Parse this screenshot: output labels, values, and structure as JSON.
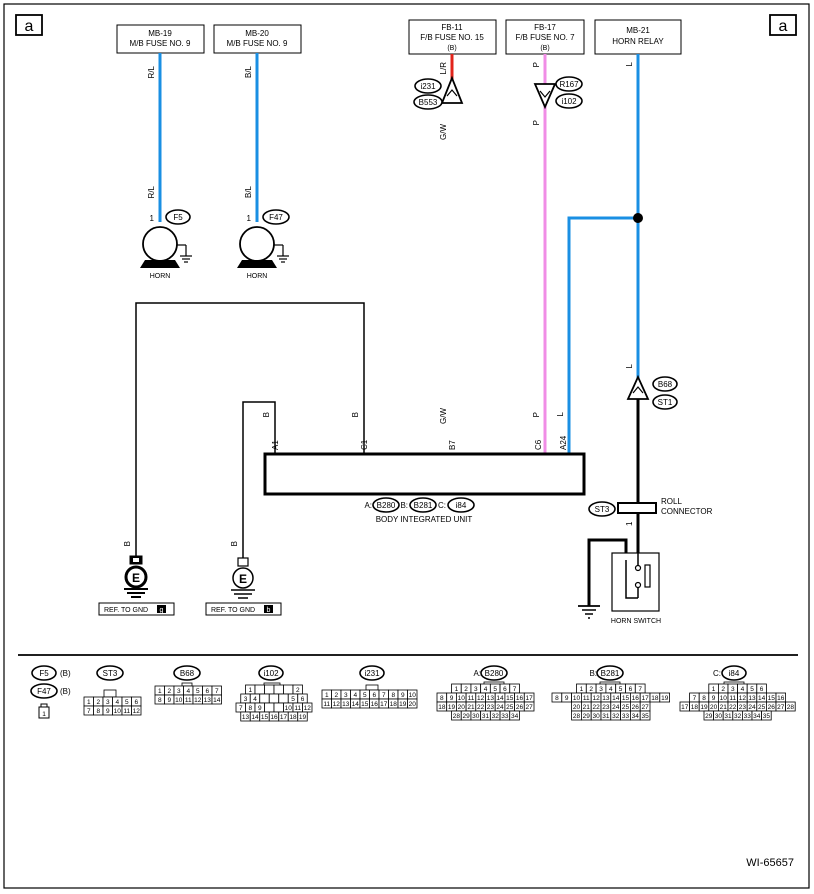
{
  "corner_labels": {
    "left": "a",
    "right": "a"
  },
  "fuses": [
    {
      "id": "mb19",
      "line1": "MB-19",
      "line2": "M/B FUSE NO. 9",
      "line3": ""
    },
    {
      "id": "mb20",
      "line1": "MB-20",
      "line2": "M/B FUSE NO. 9",
      "line3": ""
    },
    {
      "id": "fb11",
      "line1": "FB-11",
      "line2": "F/B FUSE NO. 15",
      "line3": "(B)"
    },
    {
      "id": "fb17",
      "line1": "FB-17",
      "line2": "F/B FUSE NO. 7",
      "line3": "(B)"
    },
    {
      "id": "mb21",
      "line1": "MB-21",
      "line2": "HORN RELAY",
      "line3": ""
    }
  ],
  "wire_colors": {
    "blue": "#1a8fe3",
    "pink": "#f08de6",
    "red": "#e2241b",
    "black": "#000000"
  },
  "wire_labels": {
    "mb19_top": "R/L",
    "mb19_bot": "R/L",
    "mb20_top": "B/L",
    "mb20_bot": "B/L",
    "fb11_top": "L/R",
    "fb11_bot": "G/W",
    "fb17_top": "P",
    "fb17_bot": "P",
    "mb21_top": "L",
    "mb21_mid": "L",
    "a1": "B",
    "c1": "B",
    "b7": "G/W",
    "c6": "P",
    "a24": "L",
    "gnd1": "B",
    "gnd2": "B"
  },
  "connector_ovals": {
    "i231": "i231",
    "b553": "B553",
    "r167": "R167",
    "i102": "i102",
    "b68": "B68",
    "st1": "ST1",
    "st3": "ST3",
    "f5": "F5",
    "f47": "F47",
    "b280": "B280",
    "b281": "B281",
    "i84": "i84"
  },
  "horns": [
    {
      "id": "horn1",
      "pin": "1",
      "connector": "F5",
      "label": "HORN"
    },
    {
      "id": "horn2",
      "pin": "1",
      "connector": "F47",
      "label": "HORN"
    }
  ],
  "body_unit": {
    "pins": {
      "a1": "A1",
      "c1": "C1",
      "b7": "B7",
      "c6": "C6",
      "a24": "A24"
    },
    "connector_prefix_a": "A:",
    "connector_prefix_b": "B:",
    "connector_prefix_c": "C:",
    "label": "BODY INTEGRATED UNIT"
  },
  "roll_connector": {
    "line1": "ROLL",
    "line2": "CONNECTOR",
    "pin": "1"
  },
  "horn_switch": {
    "label": "HORN SWITCH"
  },
  "grounds": [
    {
      "id": "gnd_g",
      "text": "REF. TO GND",
      "badge": "g"
    },
    {
      "id": "gnd_b",
      "text": "REF. TO GND",
      "badge": "b"
    }
  ],
  "legend": {
    "f5": {
      "name": "F5",
      "suffix": "(B)"
    },
    "f47": {
      "name": "F47",
      "suffix": "(B)"
    },
    "f_pin": "1",
    "st3": {
      "name": "ST3",
      "rows": [
        [
          "1",
          "2",
          "3",
          "4",
          "5",
          "6"
        ],
        [
          "7",
          "8",
          "9",
          "10",
          "11",
          "12"
        ]
      ]
    },
    "b68": {
      "name": "B68",
      "rows": [
        [
          "1",
          "2",
          "3",
          "4",
          "5",
          "6",
          "7"
        ],
        [
          "8",
          "9",
          "10",
          "11",
          "12",
          "13",
          "14"
        ]
      ]
    },
    "i102": {
      "name": "i102",
      "rows": [
        [
          "1",
          "",
          "",
          "",
          "",
          "2"
        ],
        [
          "3",
          "4",
          "",
          "",
          "",
          "5",
          "6"
        ],
        [
          "7",
          "8",
          "9",
          "",
          "",
          "10",
          "11",
          "12"
        ],
        [
          "13",
          "14",
          "15",
          "16",
          "17",
          "18",
          "19"
        ]
      ]
    },
    "i231": {
      "name": "i231",
      "rows": [
        [
          "1",
          "2",
          "3",
          "4",
          "5",
          "6",
          "7",
          "8",
          "9",
          "10"
        ],
        [
          "11",
          "12",
          "13",
          "14",
          "15",
          "16",
          "17",
          "18",
          "19",
          "20"
        ]
      ]
    },
    "b280": {
      "prefix": "A:",
      "name": "B280",
      "rows": [
        [
          "1",
          "2",
          "3",
          "4",
          "5",
          "6",
          "7"
        ],
        [
          "8",
          "9",
          "10",
          "11",
          "12",
          "13",
          "14",
          "15",
          "16",
          "17"
        ],
        [
          "18",
          "19",
          "20",
          "21",
          "22",
          "23",
          "24",
          "25",
          "26",
          "27"
        ],
        [
          "28",
          "29",
          "30",
          "31",
          "32",
          "33",
          "34"
        ]
      ]
    },
    "b281": {
      "prefix": "B:",
      "name": "B281",
      "rows": [
        [
          "1",
          "2",
          "3",
          "4",
          "5",
          "6",
          "7"
        ],
        [
          "8",
          "9",
          "10",
          "11",
          "12",
          "13",
          "14",
          "15",
          "16",
          "17",
          "18",
          "19"
        ],
        [
          "20",
          "21",
          "22",
          "23",
          "24",
          "25",
          "26",
          "27"
        ],
        [
          "28",
          "29",
          "30",
          "31",
          "32",
          "33",
          "34",
          "35"
        ]
      ]
    },
    "i84": {
      "prefix": "C:",
      "name": "i84",
      "rows": [
        [
          "1",
          "2",
          "3",
          "4",
          "5",
          "6"
        ],
        [
          "7",
          "8",
          "9",
          "10",
          "11",
          "12",
          "13",
          "14",
          "15",
          "16"
        ],
        [
          "17",
          "18",
          "19",
          "20",
          "21",
          "22",
          "23",
          "24",
          "25",
          "26",
          "27",
          "28"
        ],
        [
          "29",
          "30",
          "31",
          "32",
          "33",
          "34",
          "35"
        ]
      ]
    }
  },
  "diagram_code": "WI-65657"
}
